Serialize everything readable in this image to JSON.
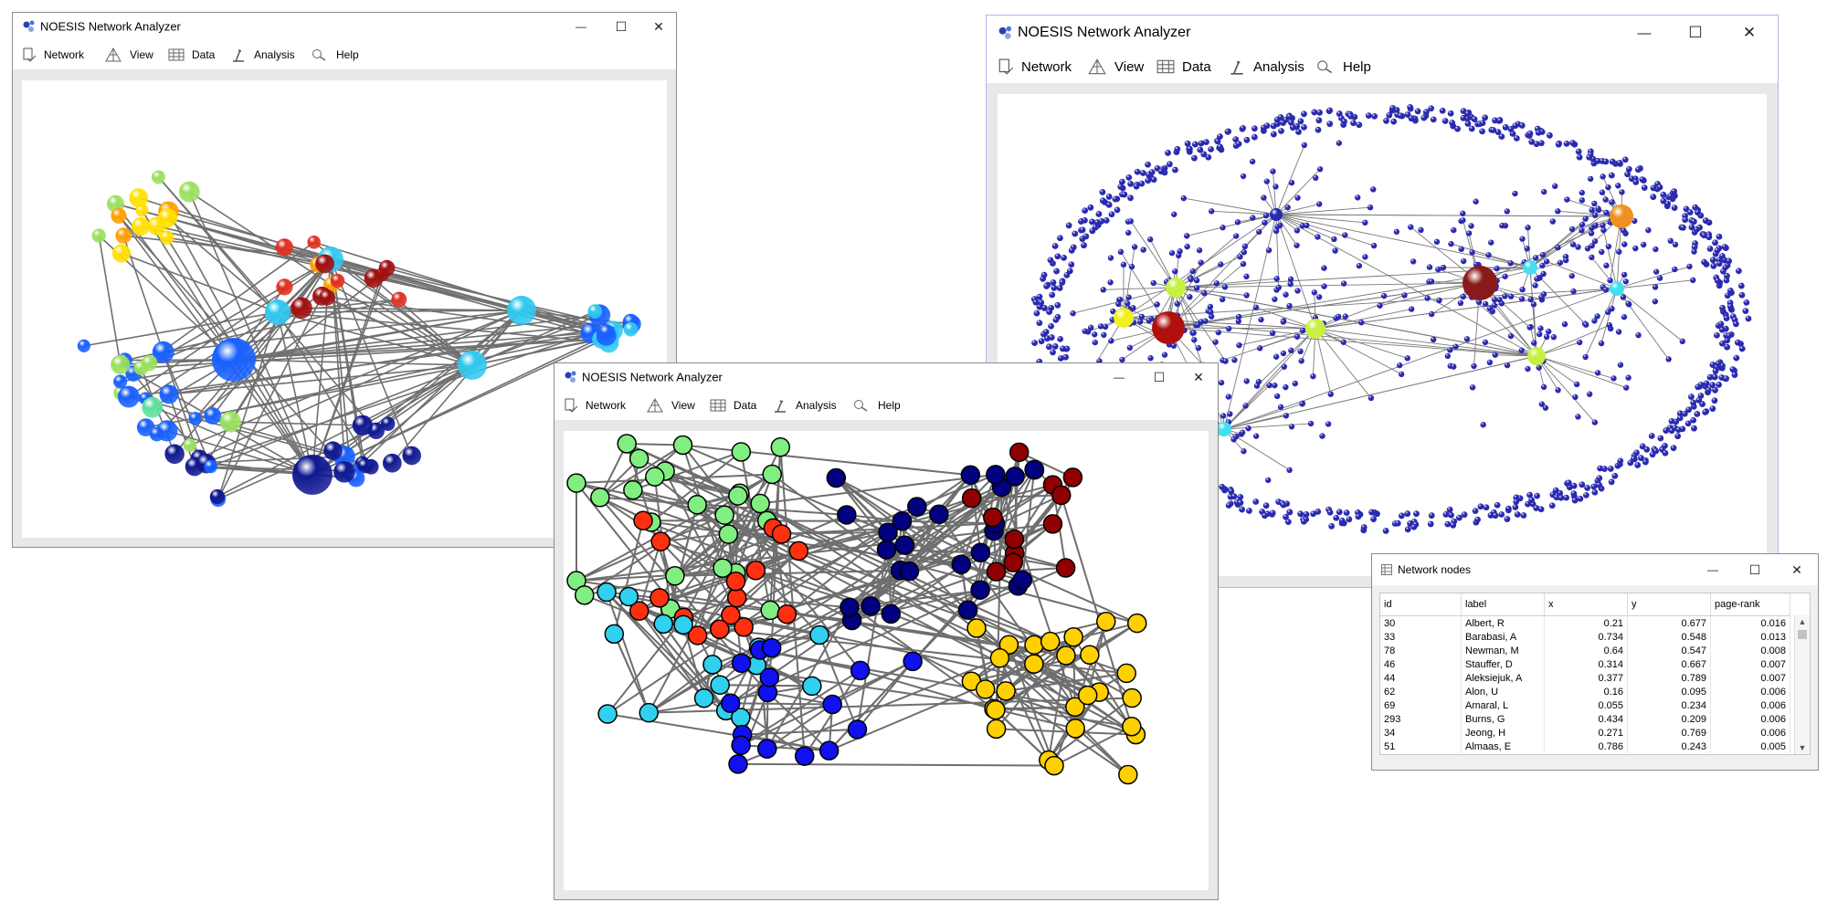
{
  "app": {
    "title": "NOESIS Network Analyzer"
  },
  "menu": {
    "network": "Network",
    "view": "View",
    "data": "Data",
    "analysis": "Analysis",
    "help": "Help"
  },
  "window_controls": {
    "minimize": "—",
    "maximize": "☐",
    "close": "✕"
  },
  "colors": {
    "window_border": "#8c8c8c",
    "window_border_active": "#b4b4f0",
    "edge": "#6e6e6e",
    "node_outline": "#000000"
  },
  "table_window": {
    "title": "Network nodes",
    "columns": [
      "id",
      "label",
      "x",
      "y",
      "page-rank"
    ],
    "rows": [
      [
        "30",
        "Albert, R",
        "0.21",
        "0.677",
        "0.016"
      ],
      [
        "33",
        "Barabasi, A",
        "0.734",
        "0.548",
        "0.013"
      ],
      [
        "78",
        "Newman, M",
        "0.64",
        "0.547",
        "0.008"
      ],
      [
        "46",
        "Stauffer, D",
        "0.314",
        "0.667",
        "0.007"
      ],
      [
        "44",
        "Aleksiejuk, A",
        "0.377",
        "0.789",
        "0.007"
      ],
      [
        "62",
        "Alon, U",
        "0.16",
        "0.095",
        "0.006"
      ],
      [
        "69",
        "Amaral, L",
        "0.055",
        "0.234",
        "0.006"
      ],
      [
        "293",
        "Burns, G",
        "0.434",
        "0.209",
        "0.006"
      ],
      [
        "34",
        "Jeong, H",
        "0.271",
        "0.769",
        "0.006"
      ],
      [
        "51",
        "Almaas, E",
        "0.786",
        "0.243",
        "0.005"
      ]
    ]
  }
}
